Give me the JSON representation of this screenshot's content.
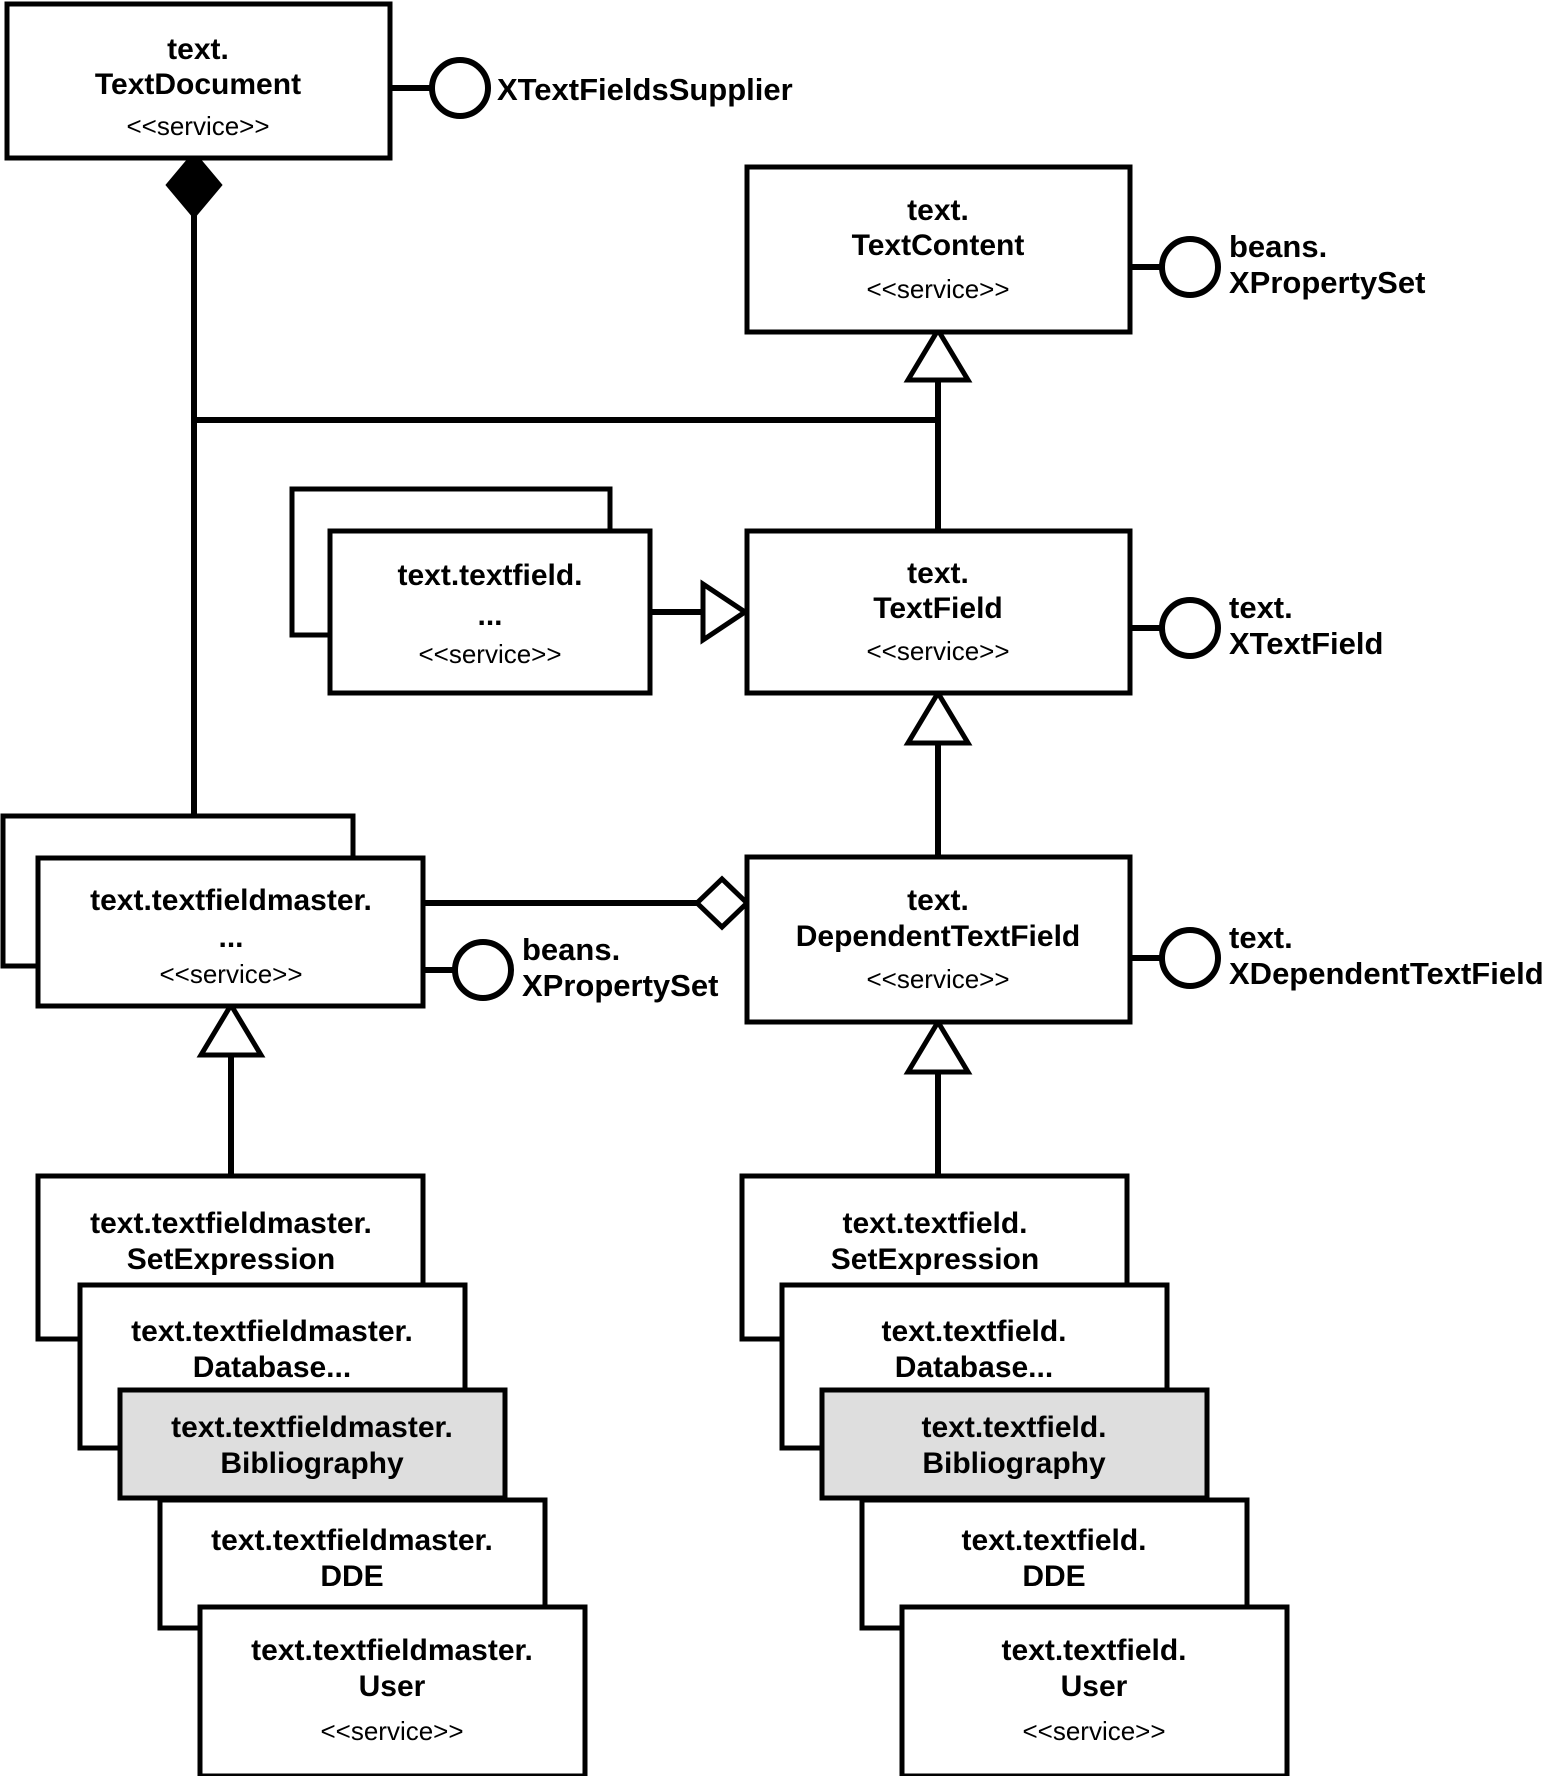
{
  "diagram": {
    "title": "UML service diagram for text fields in text documents",
    "stereotype_label": "<<service>>",
    "colors": {
      "line": "#000000",
      "box_fill": "#ffffff",
      "highlight_fill": "#dedede",
      "background": "#ffffff"
    },
    "classes": [
      {
        "id": "text-document",
        "line1": "text.",
        "line2": "TextDocument",
        "stereotype": "<<service>>",
        "highlighted": false
      },
      {
        "id": "text-content",
        "line1": "text.",
        "line2": "TextContent",
        "stereotype": "<<service>>",
        "highlighted": false
      },
      {
        "id": "textfield-generic",
        "line1": "text.textfield.",
        "line2": "...",
        "stereotype": "<<service>>",
        "highlighted": false
      },
      {
        "id": "text-textfield",
        "line1": "text.",
        "line2": "TextField",
        "stereotype": "<<service>>",
        "highlighted": false
      },
      {
        "id": "textfieldmaster-generic",
        "line1": "text.textfieldmaster.",
        "line2": "...",
        "stereotype": "<<service>>",
        "highlighted": false
      },
      {
        "id": "dependent-textfield",
        "line1": "text.",
        "line2": "DependentTextField",
        "stereotype": "<<service>>",
        "highlighted": false
      },
      {
        "id": "textfieldmaster-setexpression",
        "line1": "text.textfieldmaster.",
        "line2": "SetExpression",
        "stereotype": "",
        "highlighted": false
      },
      {
        "id": "textfieldmaster-database",
        "line1": "text.textfieldmaster.",
        "line2": "Database...",
        "stereotype": "",
        "highlighted": false
      },
      {
        "id": "textfieldmaster-bibliography",
        "line1": "text.textfieldmaster.",
        "line2": "Bibliography",
        "stereotype": "",
        "highlighted": true
      },
      {
        "id": "textfieldmaster-dde",
        "line1": "text.textfieldmaster.",
        "line2": "DDE",
        "stereotype": "",
        "highlighted": false
      },
      {
        "id": "textfieldmaster-user",
        "line1": "text.textfieldmaster.",
        "line2": "User",
        "stereotype": "<<service>>",
        "highlighted": false
      },
      {
        "id": "textfield-setexpression",
        "line1": "text.textfield.",
        "line2": "SetExpression",
        "stereotype": "",
        "highlighted": false
      },
      {
        "id": "textfield-database",
        "line1": "text.textfield.",
        "line2": "Database...",
        "stereotype": "",
        "highlighted": false
      },
      {
        "id": "textfield-bibliography",
        "line1": "text.textfield.",
        "line2": "Bibliography",
        "stereotype": "",
        "highlighted": true
      },
      {
        "id": "textfield-dde",
        "line1": "text.textfield.",
        "line2": "DDE",
        "stereotype": "",
        "highlighted": false
      },
      {
        "id": "textfield-user",
        "line1": "text.textfield.",
        "line2": "User",
        "stereotype": "<<service>>",
        "highlighted": false
      }
    ],
    "interfaces": [
      {
        "id": "x-text-fields-supplier",
        "line1": "XTextFieldsSupplier",
        "line2": "",
        "owner": "text-document"
      },
      {
        "id": "beans-xpropertyset-content",
        "line1": "beans.",
        "line2": "XPropertySet",
        "owner": "text-content"
      },
      {
        "id": "text-xtextfield",
        "line1": "text.",
        "line2": "XTextField",
        "owner": "text-textfield"
      },
      {
        "id": "beans-xpropertyset-master",
        "line1": "beans.",
        "line2": "XPropertySet",
        "owner": "textfieldmaster-generic"
      },
      {
        "id": "text-xdependenttextfield",
        "line1": "text.",
        "line2": "XDependentTextField",
        "owner": "dependent-textfield"
      }
    ],
    "relations": [
      {
        "id": "composition-document-master",
        "type": "composition",
        "from": "text-document",
        "to": "textfieldmaster-generic"
      },
      {
        "id": "generalization-textfield-textcontent",
        "type": "generalization",
        "from": "text-textfield",
        "to": "text-content"
      },
      {
        "id": "realization-textfield-generic",
        "type": "realization",
        "from": "textfield-generic",
        "to": "text-textfield"
      },
      {
        "id": "generalization-dependent-textfield",
        "type": "generalization",
        "from": "dependent-textfield",
        "to": "text-textfield"
      },
      {
        "id": "aggregation-dependent-master",
        "type": "aggregation",
        "from": "dependent-textfield",
        "to": "textfieldmaster-generic"
      },
      {
        "id": "generalization-master-stack",
        "type": "generalization",
        "from": "textfieldmaster-setexpression",
        "to": "textfieldmaster-generic"
      },
      {
        "id": "generalization-field-stack",
        "type": "generalization",
        "from": "textfield-setexpression",
        "to": "dependent-textfield"
      }
    ]
  }
}
